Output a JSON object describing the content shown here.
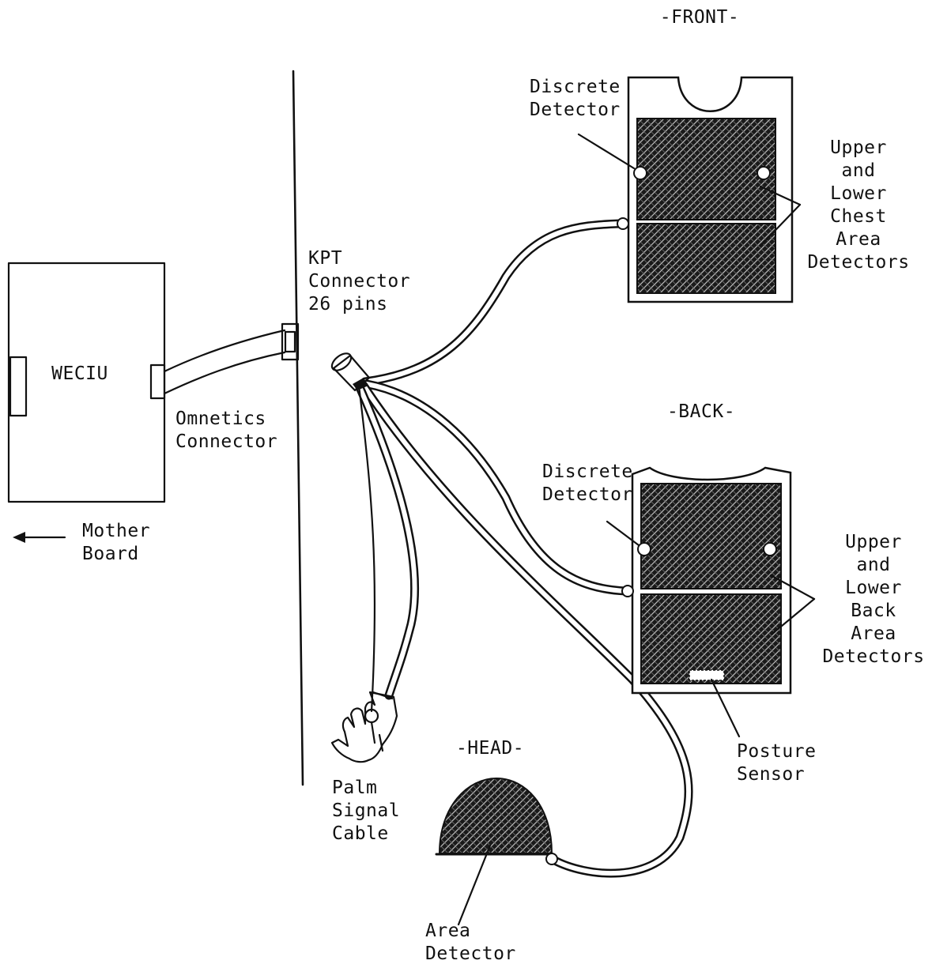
{
  "labels": {
    "front": "-FRONT-",
    "back": "-BACK-",
    "head": "-HEAD-",
    "weciu": "WECIU",
    "omnetics_connector": "Omnetics\nConnector",
    "mother_board": "Mother\nBoard",
    "kpt_connector": "KPT\nConnector\n26 pins",
    "discrete_detector_front": "Discrete\nDetector",
    "discrete_detector_back": "Discrete\nDetector",
    "chest_area_detectors": "Upper\nand\nLower\nChest\nArea\nDetectors",
    "back_area_detectors": "Upper\nand\nLower\nBack\nArea\nDetectors",
    "posture_sensor": "Posture\nSensor",
    "palm_signal_cable": "Palm\nSignal\nCable",
    "area_detector": "Area\nDetector"
  },
  "colors": {
    "ink": "#111111",
    "paper": "#ffffff"
  },
  "icons": {
    "arrow": "left-arrow-icon",
    "glove": "glove-icon",
    "helmet": "helmet-icon",
    "vest": "vest-icon"
  }
}
